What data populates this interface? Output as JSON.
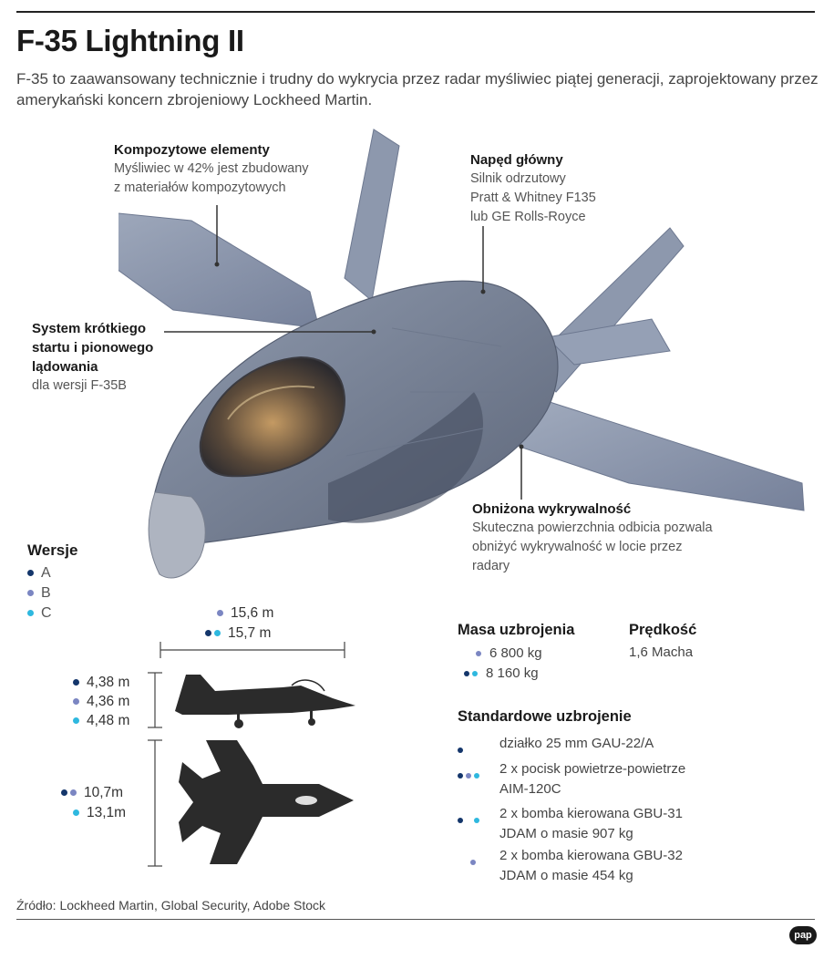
{
  "header": {
    "title": "F-35 Lightning II",
    "intro": "F-35 to zaawansowany technicznie i trudny do wykrycia przez radar myśliwiec piątej generacji, zaprojektowany przez amerykański koncern zbrojeniowy Lockheed Martin."
  },
  "callouts": {
    "composite": {
      "head": "Kompozytowe elementy",
      "lines": [
        "Myśliwiec w 42% jest zbudowany",
        "z materiałów kompozytowych"
      ]
    },
    "engine": {
      "head": "Napęd główny",
      "lines": [
        "Silnik odrzutowy",
        "Pratt & Whitney F135",
        "lub GE Rolls-Royce"
      ]
    },
    "stovl": {
      "head_lines": [
        "System krótkiego",
        "startu i pionowego",
        "lądowania"
      ],
      "lines": [
        "dla wersji F-35B"
      ]
    },
    "stealth": {
      "head": "Obniżona wykrywalność",
      "lines": [
        "Skuteczna powierzchnia odbicia pozwala",
        "obniżyć wykrywalność w locie przez",
        "radary"
      ]
    }
  },
  "colors": {
    "version_a": "#14366b",
    "version_b": "#7b86c2",
    "version_c": "#2eb8df"
  },
  "versions": {
    "head": "Wersje",
    "items": [
      "A",
      "B",
      "C"
    ]
  },
  "dimensions": {
    "length": [
      "15,6 m",
      "15,7 m"
    ],
    "height": [
      "4,38 m",
      "4,36 m",
      "4,48 m"
    ],
    "wingspan": [
      "10,7m",
      "13,1m"
    ]
  },
  "weapon_mass": {
    "head": "Masa uzbrojenia",
    "values": [
      "6 800 kg",
      "8 160 kg"
    ]
  },
  "speed": {
    "head": "Prędkość",
    "value": "1,6 Macha"
  },
  "armament": {
    "head": "Standardowe uzbrojenie",
    "items": [
      {
        "lines": [
          "działko 25 mm GAU-22/A"
        ]
      },
      {
        "lines": [
          "2 x pocisk powietrze-powietrze",
          "AIM-120C"
        ]
      },
      {
        "lines": [
          "2 x bomba kierowana GBU-31",
          "JDAM o masie 907 kg"
        ]
      },
      {
        "lines": [
          "2 x bomba kierowana GBU-32",
          "JDAM o masie 454 kg"
        ]
      }
    ]
  },
  "source": "Źródło: Lockheed Martin, Global Security, Adobe Stock",
  "logo": "pap"
}
